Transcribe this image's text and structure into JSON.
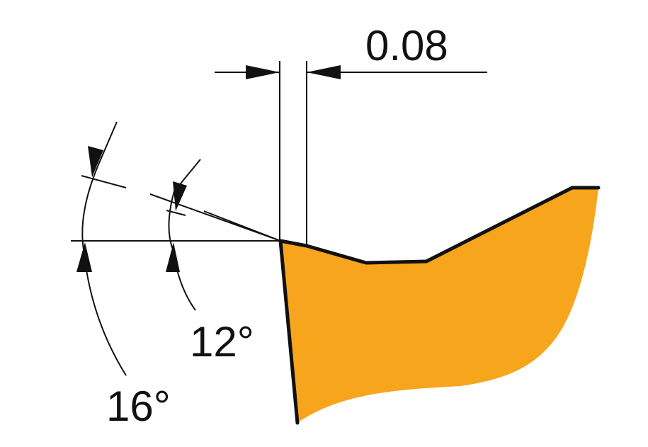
{
  "dimensions": {
    "chamfer_width": "0.08",
    "inner_angle": "12°",
    "outer_angle": "16°"
  },
  "colors": {
    "insert_fill": "#F8A51E",
    "line": "#111111",
    "background": "#FFFFFF"
  }
}
